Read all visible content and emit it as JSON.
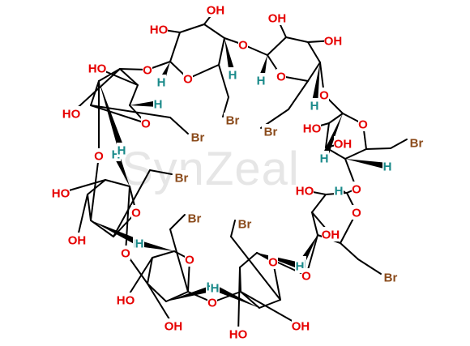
{
  "watermark": "SynZeal",
  "colors": {
    "bond": "#000000",
    "oxygen": "#e60000",
    "hydrogen": "#1a8a8a",
    "bromine": "#8a4a1a"
  },
  "labels": {
    "oh": "HO",
    "ho": "OH",
    "o": "O",
    "h": "H",
    "br": "Br"
  }
}
